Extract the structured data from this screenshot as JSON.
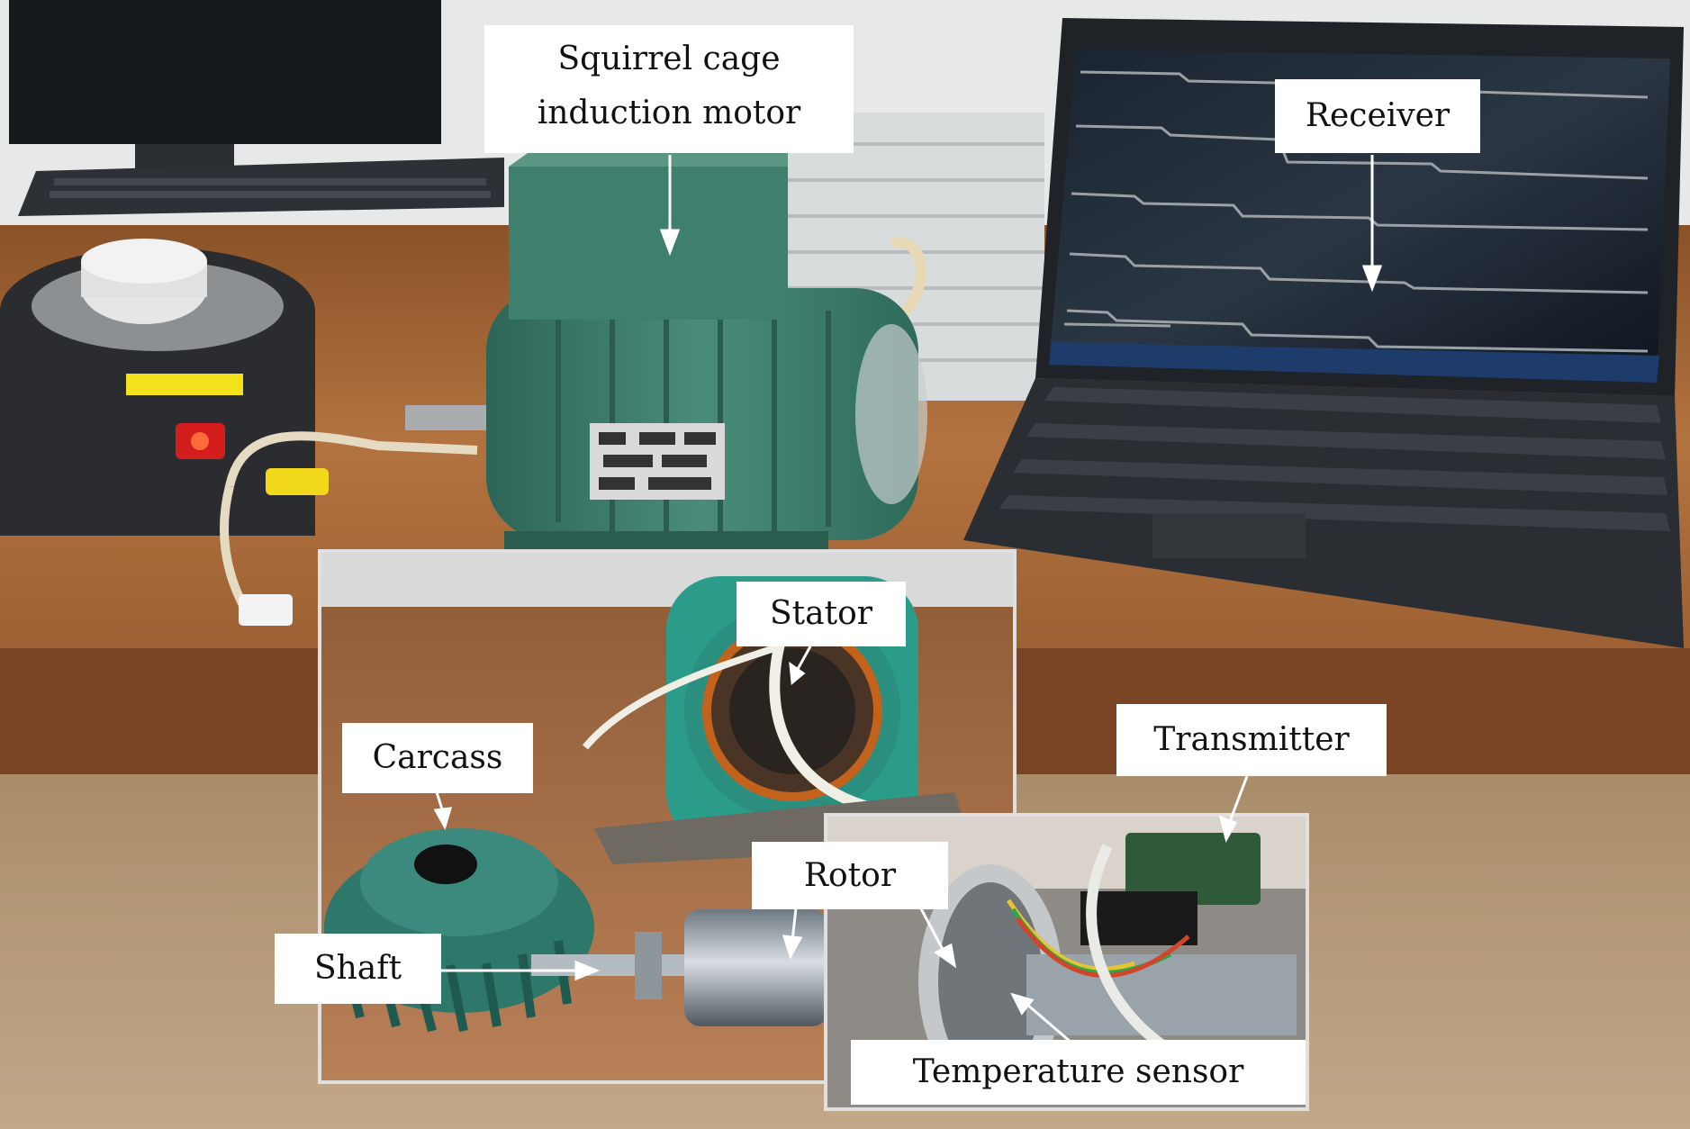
{
  "labels": {
    "motor_line1": "Squirrel cage",
    "motor_line2": "induction motor",
    "receiver": "Receiver",
    "stator": "Stator",
    "transmitter": "Transmitter",
    "carcass": "Carcass",
    "rotor": "Rotor",
    "shaft": "Shaft",
    "temperature_sensor": "Temperature sensor"
  },
  "colors": {
    "label_bg": "#ffffff",
    "label_text": "#111111",
    "arrow": "#ffffff",
    "wall": "#e9ecec",
    "desk": "#a96a35",
    "floor": "#b59a7a",
    "motor": "#3d7d6c",
    "screen": "#111a24",
    "laptop": "#2b2e33"
  }
}
